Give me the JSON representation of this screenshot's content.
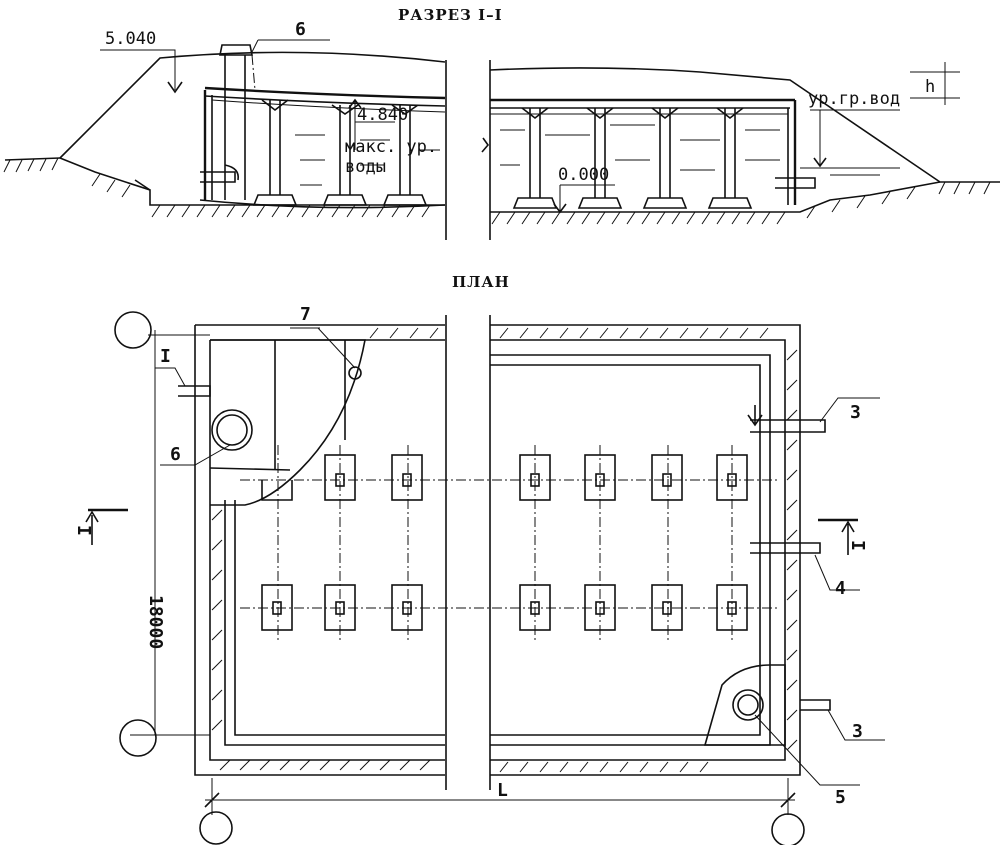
{
  "section": {
    "title": "РАЗРЕЗ I–I",
    "elev_top": "5.040",
    "elev_max_water": "4.840",
    "max_water_label_1": "макс. ур.",
    "max_water_label_2": "воды",
    "elev_bottom": "0.000",
    "groundwater_label": "ур.гр.вод",
    "h_label": "h",
    "callout_6": "6"
  },
  "plan": {
    "title": "ПЛАН",
    "dim_width": "18000",
    "dim_length": "L",
    "section_mark_left": "I",
    "section_mark_right": "I",
    "section_mark_pipe": "I",
    "callout_7": "7",
    "callout_6": "6",
    "callout_3a": "3",
    "callout_4": "4",
    "callout_3b": "3",
    "callout_5": "5"
  }
}
